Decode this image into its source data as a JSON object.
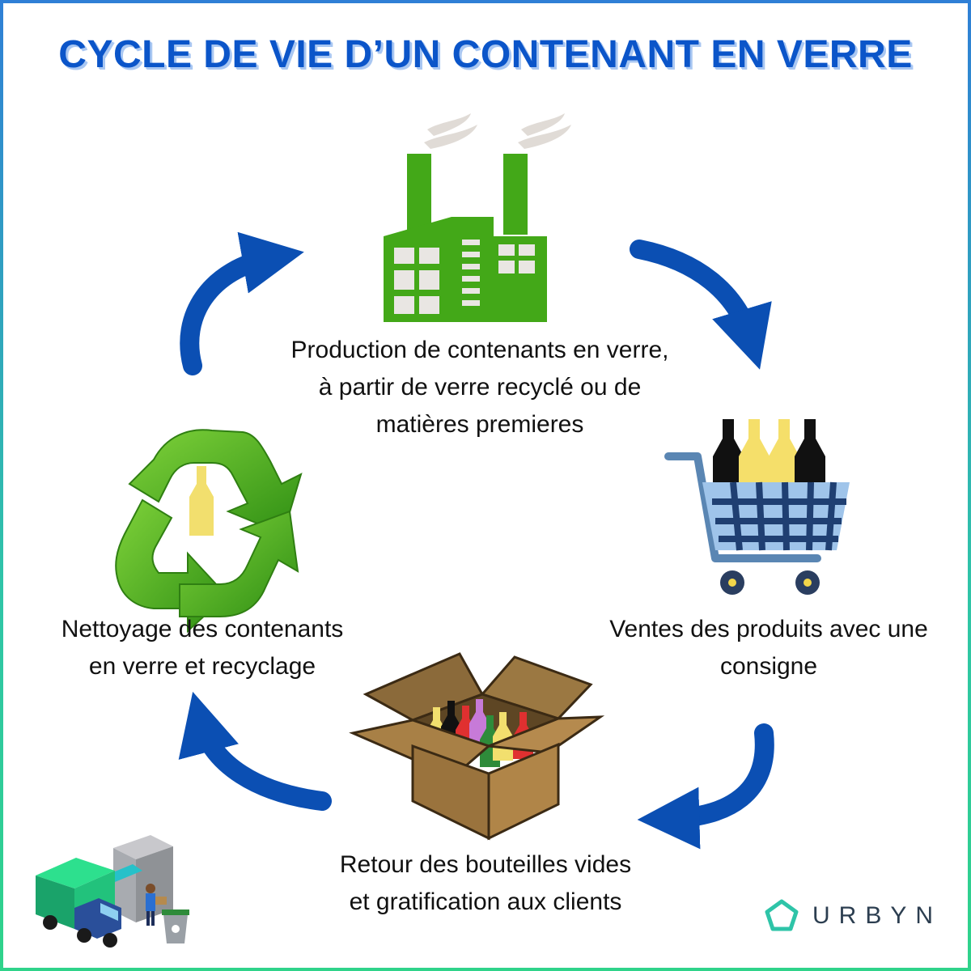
{
  "title": "CYCLE DE VIE D’UN CONTENANT EN VERRE",
  "steps": [
    {
      "lines": [
        "Production de contenants en verre,",
        "à partir de verre recyclé ou de",
        "matières premieres"
      ],
      "icon": "factory-icon"
    },
    {
      "lines": [
        "Ventes des produits avec une",
        "consigne"
      ],
      "icon": "shopping-cart-icon"
    },
    {
      "lines": [
        "Retour des bouteilles vides",
        "et gratification aux clients"
      ],
      "icon": "cardboard-box-icon"
    },
    {
      "lines": [
        "Nettoyage des contenants",
        "en verre et recyclage"
      ],
      "icon": "recycle-icon"
    }
  ],
  "logo": {
    "text": "URBYN",
    "icon": "pentagon-logo-icon"
  },
  "colors": {
    "title": "#0b55c9",
    "arrow": "#0b4fb3",
    "factory": "#43a818",
    "cart": "#4f7fb0",
    "box": "#a0783f",
    "recycle": "#3fa61d"
  }
}
